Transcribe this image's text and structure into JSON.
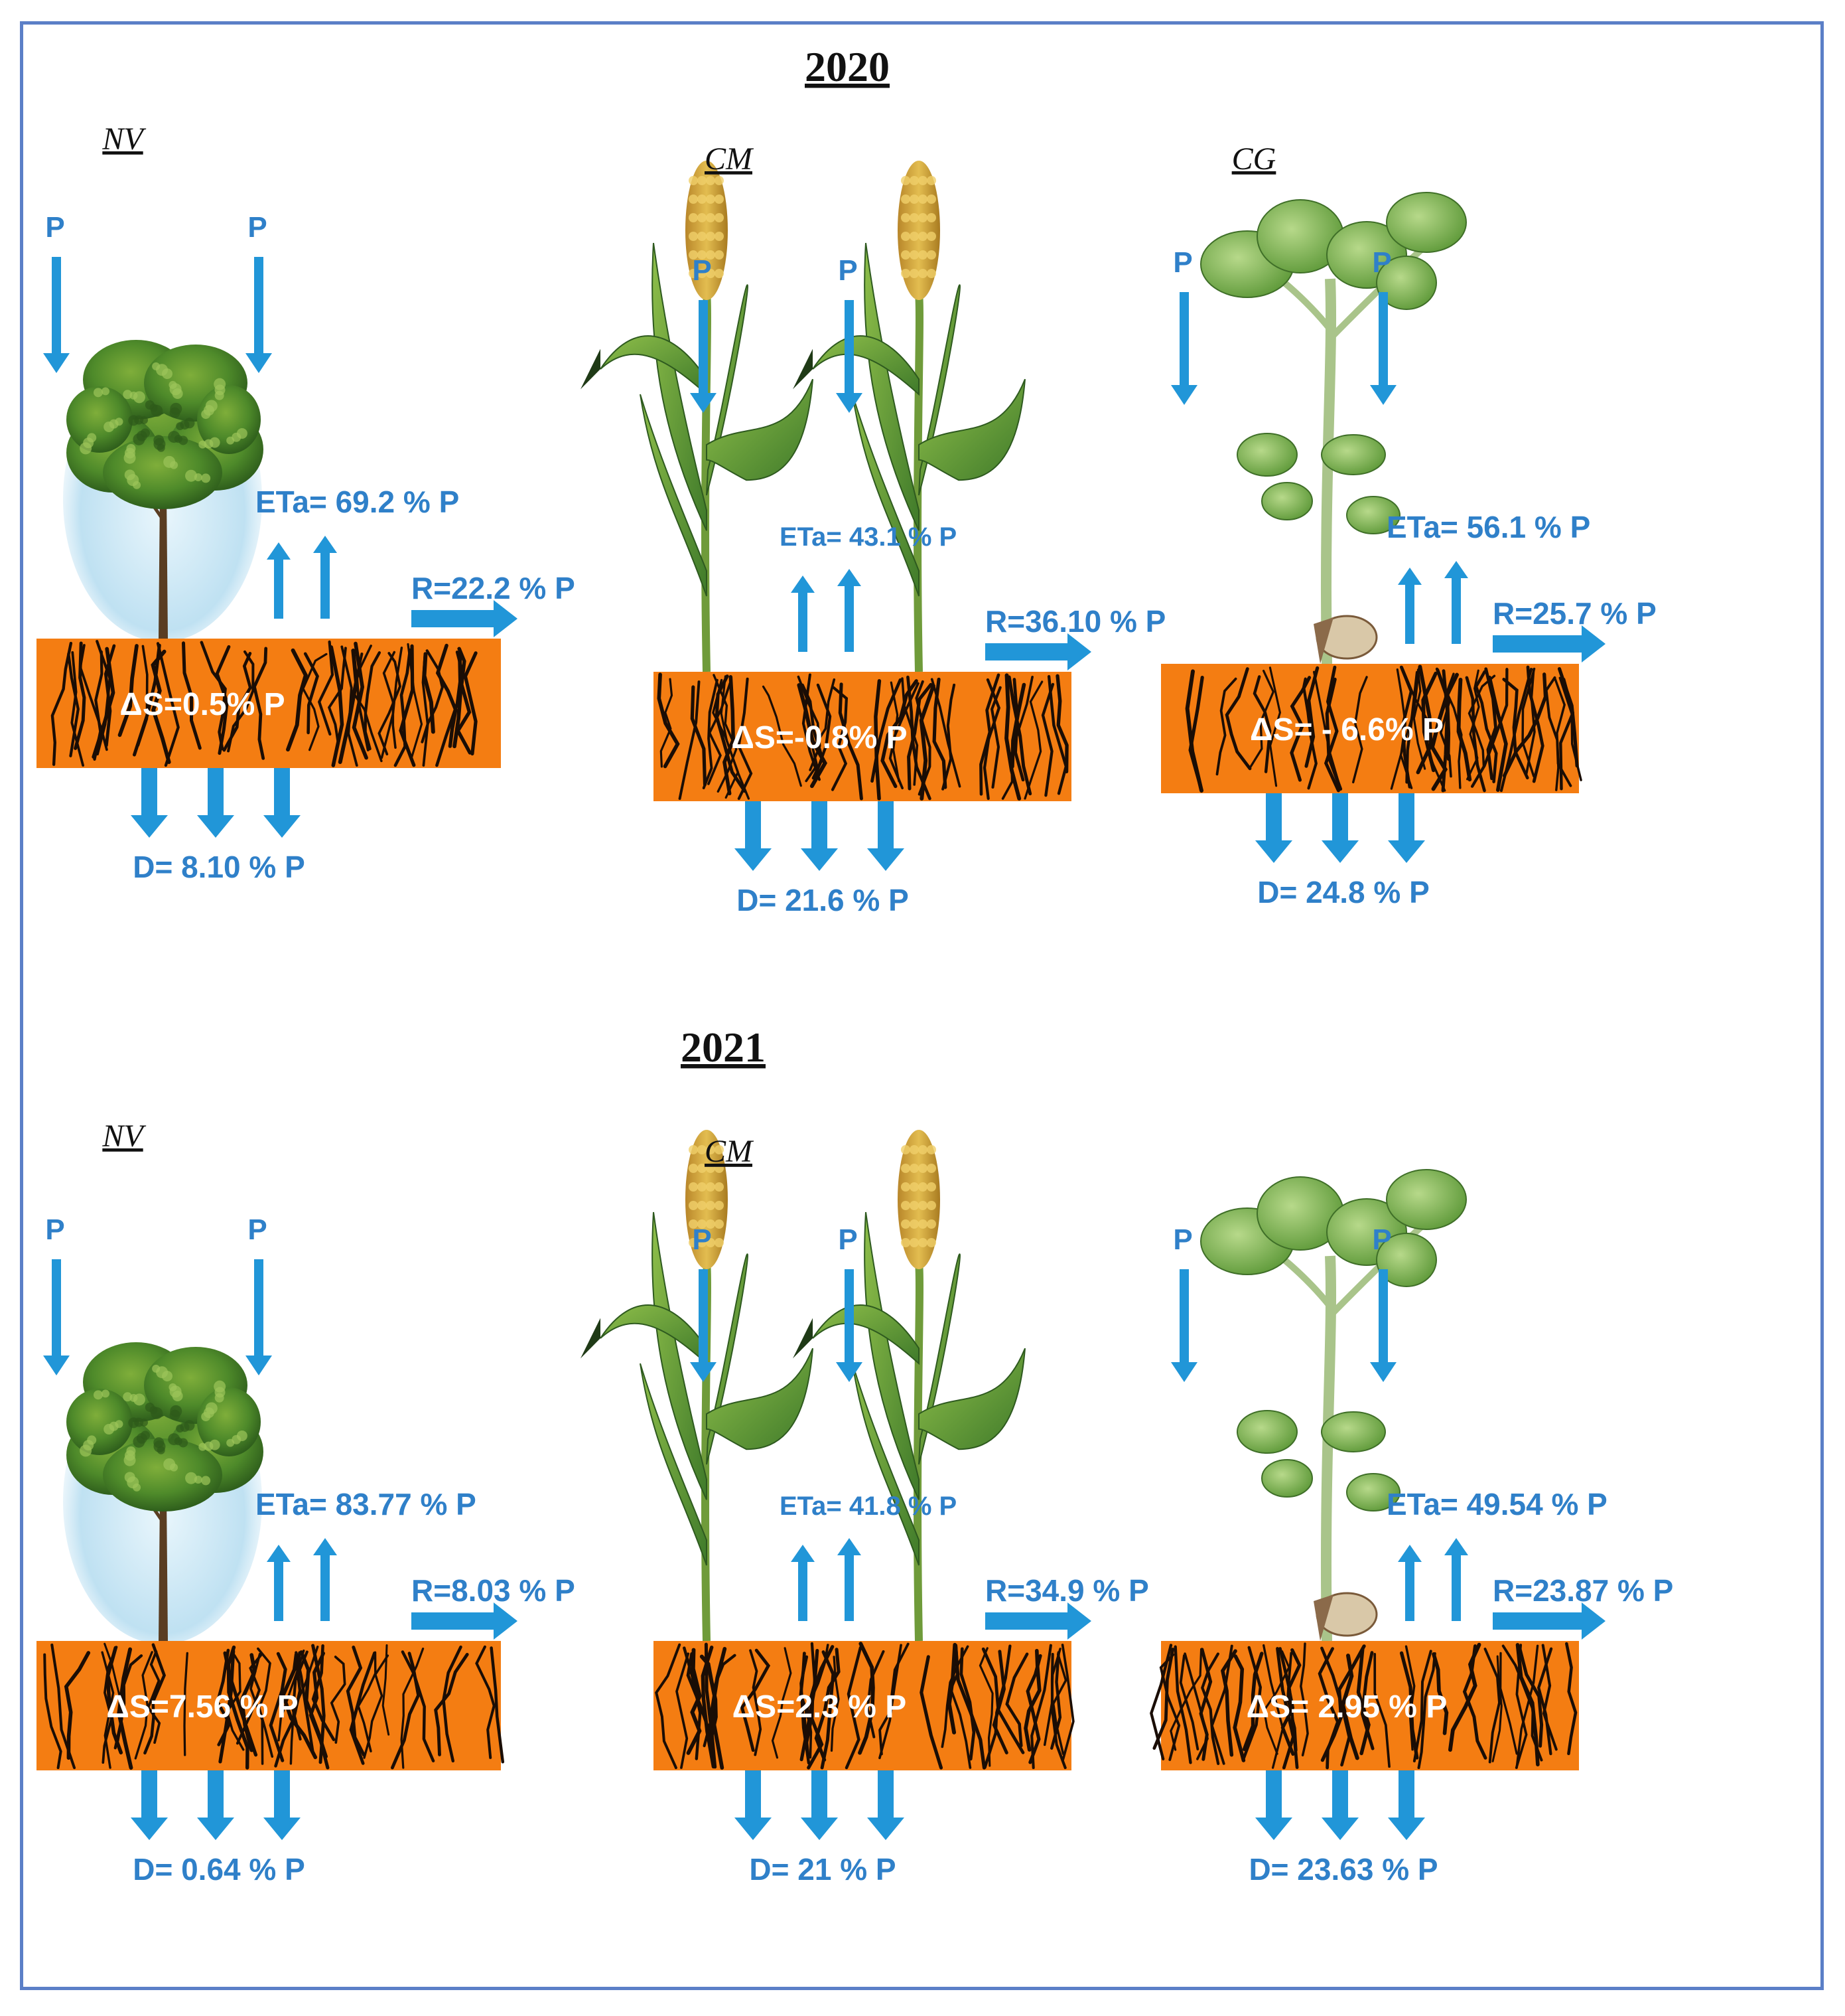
{
  "colors": {
    "arrow": "#2196d8",
    "label": "#2f80c9",
    "soil": "#f47d12",
    "soil_text": "#ffffff",
    "frame": "#5b7fc7"
  },
  "years": [
    {
      "year": "2020",
      "panels": [
        {
          "crop": "NV",
          "plant": "tree",
          "p_labels": [
            "P",
            "P"
          ],
          "eta": "ETa= 69.2 % P",
          "runoff": "R=22.2 % P",
          "storage": "ΔS=0.5% P",
          "drainage": "D= 8.10 % P"
        },
        {
          "crop": "CM",
          "plant": "millet",
          "p_labels": [
            "P",
            "P"
          ],
          "eta": "ETa= 43.1 % P",
          "runoff": "R=36.10 % P",
          "storage": "ΔS=-0.8% P",
          "drainage": "D= 21.6 % P"
        },
        {
          "crop": "CG",
          "plant": "groundnut",
          "p_labels": [
            "P",
            "P"
          ],
          "eta": "ETa= 56.1 % P",
          "runoff": "R=25.7 % P",
          "storage": "ΔS= - 6.6% P",
          "drainage": "D= 24.8 % P"
        }
      ]
    },
    {
      "year": "2021",
      "panels": [
        {
          "crop": "NV",
          "plant": "tree",
          "p_labels": [
            "P",
            "P"
          ],
          "eta": "ETa= 83.77 % P",
          "runoff": "R=8.03 % P",
          "storage": "ΔS=7.56 % P",
          "drainage": "D= 0.64 % P"
        },
        {
          "crop": "CM",
          "plant": "millet",
          "p_labels": [
            "P",
            "P"
          ],
          "eta": "ETa= 41.8 % P",
          "runoff": "R=34.9 % P",
          "storage": "ΔS=2.3 % P",
          "drainage": "D= 21 % P"
        },
        {
          "crop": "",
          "plant": "groundnut",
          "p_labels": [
            "P",
            "P"
          ],
          "eta": "ETa= 49.54 % P",
          "runoff": "R=23.87 % P",
          "storage": "ΔS= 2.95 % P",
          "drainage": "D= 23.63 % P"
        }
      ]
    }
  ]
}
